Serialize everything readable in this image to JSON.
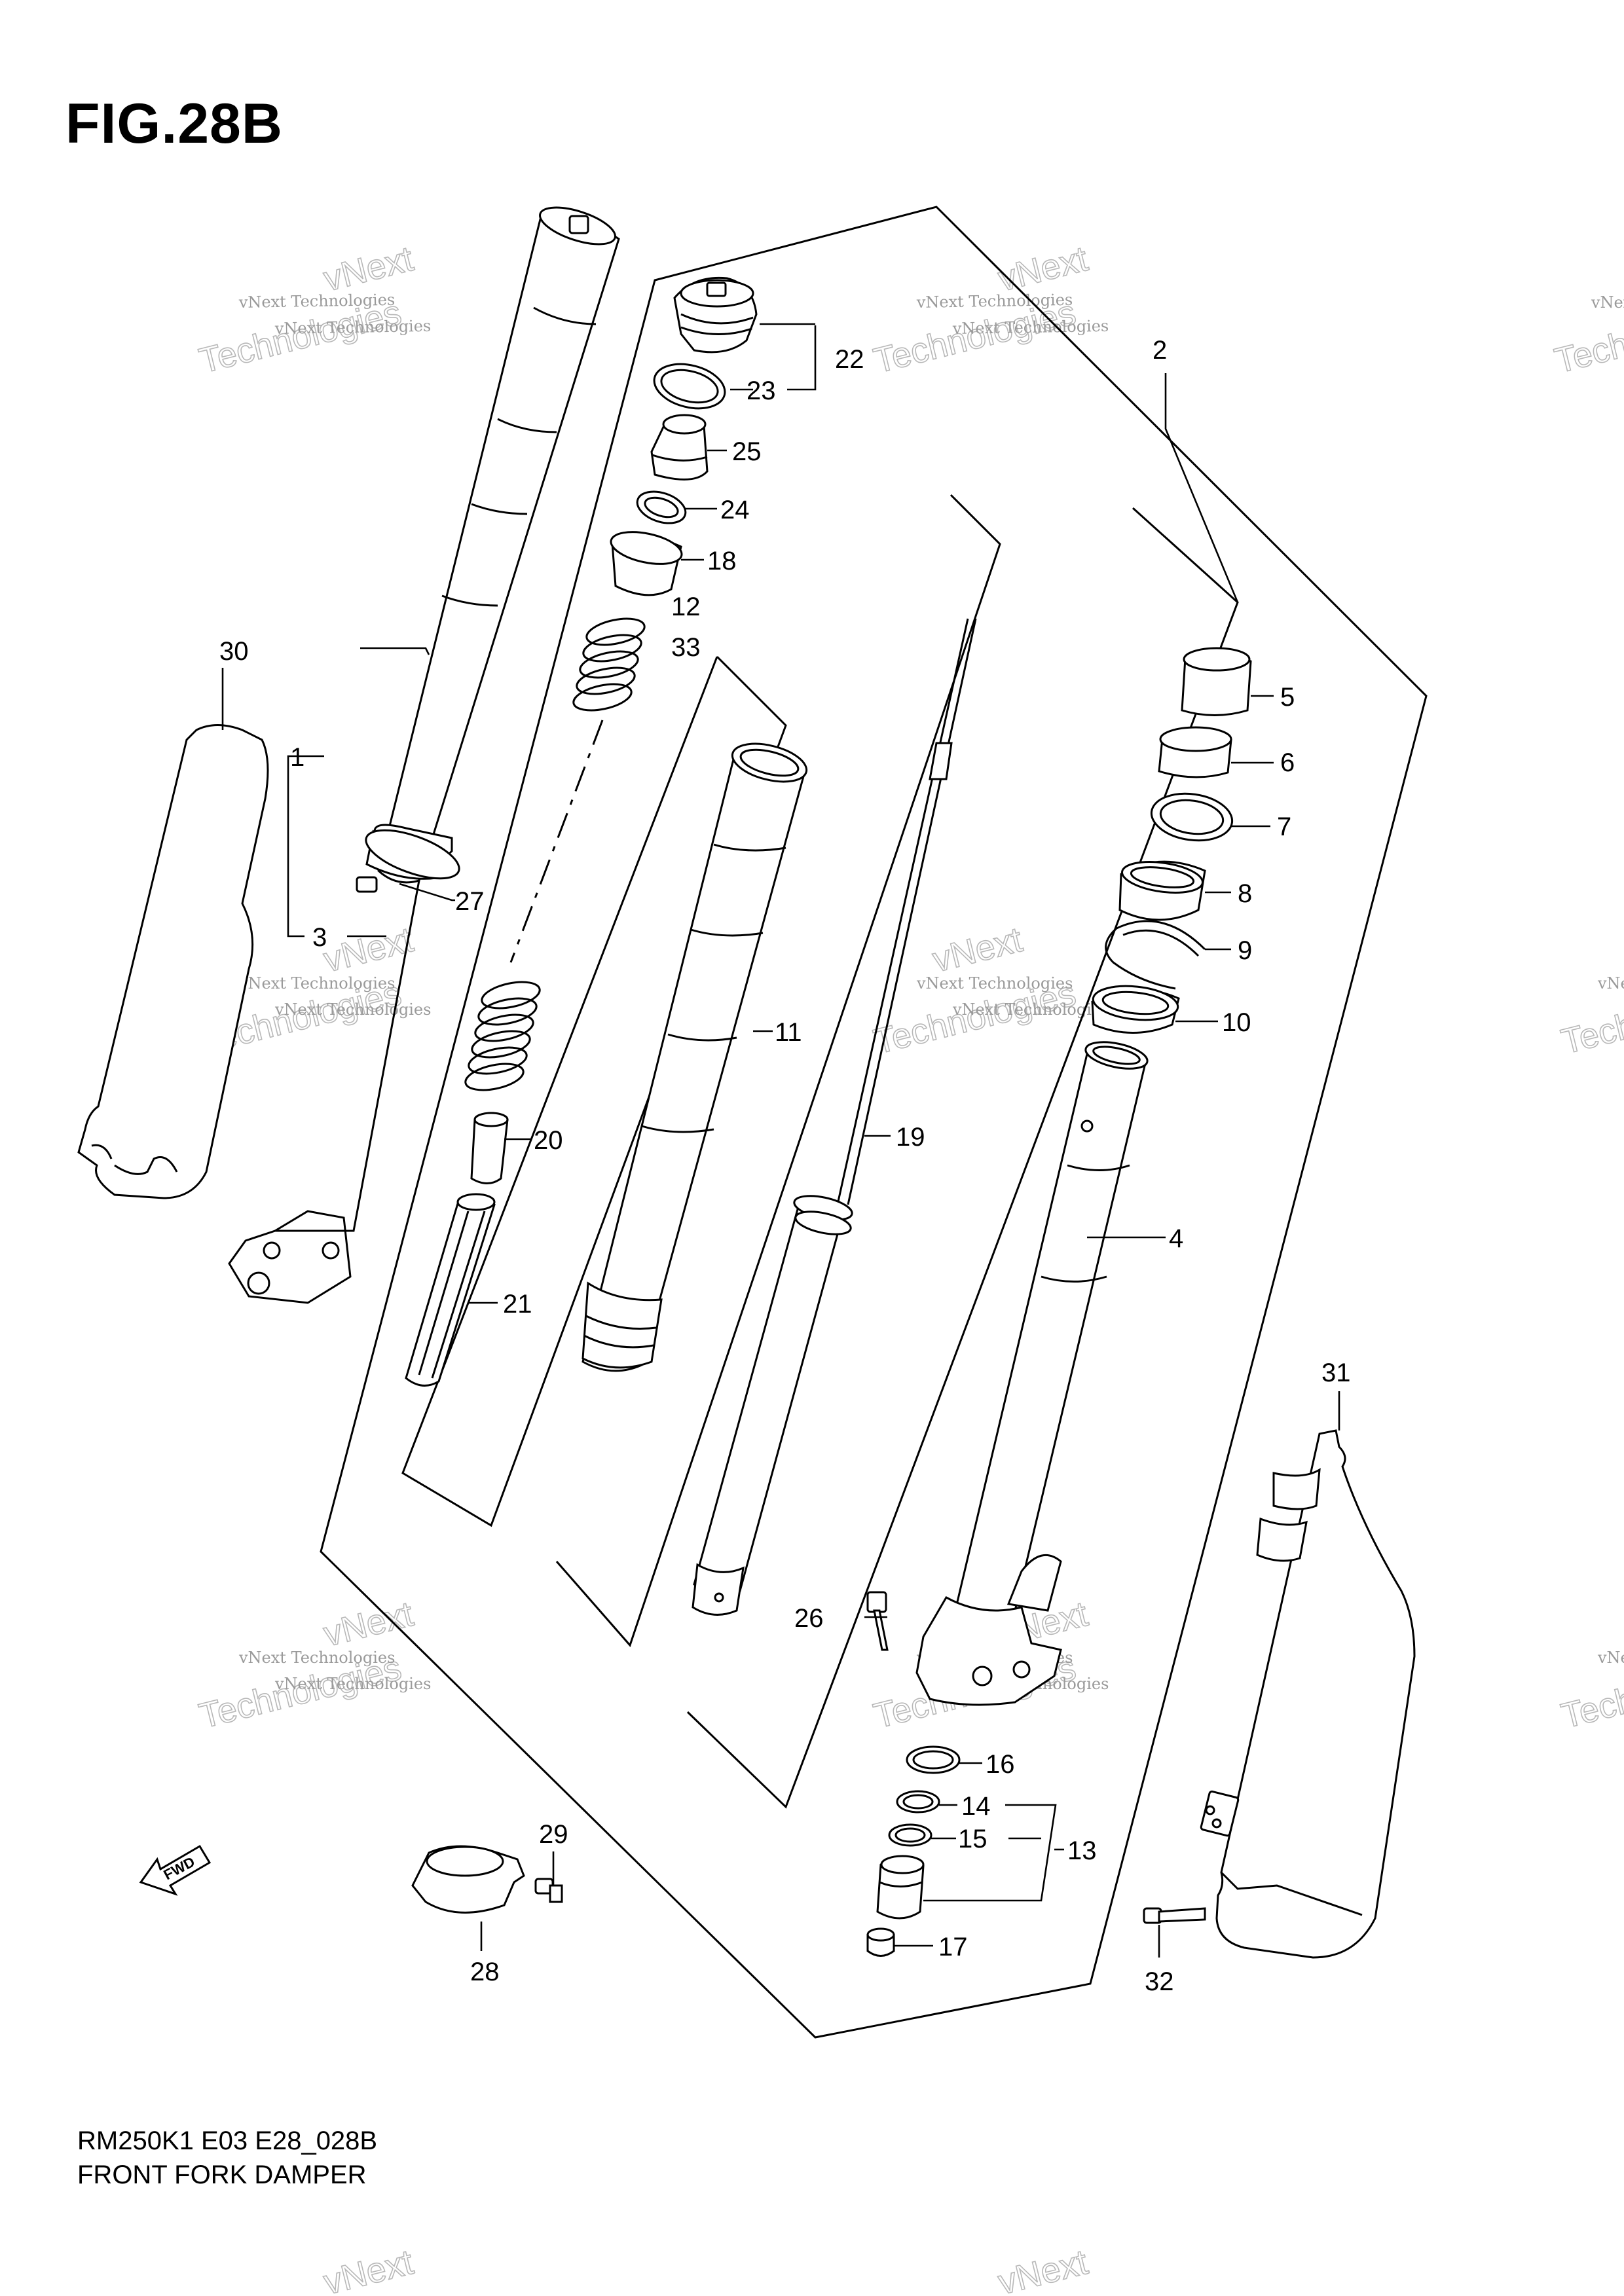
{
  "figure": {
    "title": "FIG.28B",
    "code": "RM250K1 E03 E28_028B",
    "name": "FRONT FORK DAMPER"
  },
  "watermark": {
    "small_text": "vNext Technologies",
    "large_text": "Technologies",
    "corner_text": "vNext"
  },
  "fwd_arrow": {
    "label": "FWD"
  },
  "callouts": [
    "1",
    "2",
    "3",
    "4",
    "5",
    "6",
    "7",
    "8",
    "9",
    "10",
    "11",
    "12",
    "13",
    "14",
    "15",
    "16",
    "17",
    "18",
    "19",
    "20",
    "21",
    "22",
    "23",
    "24",
    "25",
    "26",
    "27",
    "28",
    "29",
    "30",
    "31",
    "32",
    "33"
  ]
}
